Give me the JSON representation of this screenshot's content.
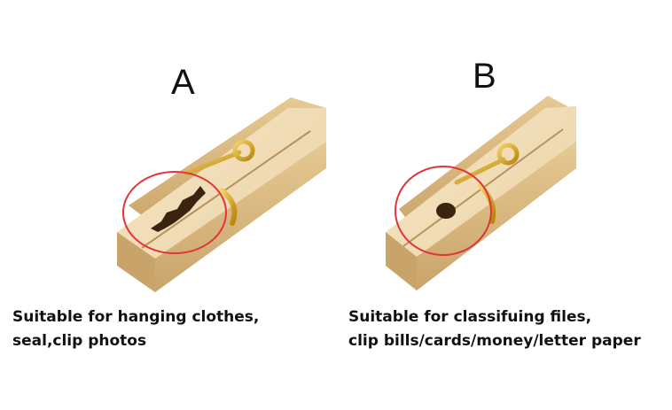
{
  "panels": [
    {
      "letter": "A",
      "caption_lines": [
        "Suitable for hanging clothes,",
        "seal,clip photos"
      ],
      "hole_shape": "notched-diamond"
    },
    {
      "letter": "B",
      "caption_lines": [
        "Suitable for classifuing files,",
        "clip bills/cards/money/letter paper"
      ],
      "hole_shape": "round"
    }
  ],
  "colors": {
    "wood_light": "#f3dfb8",
    "wood_mid": "#e2c48f",
    "wood_dark": "#c9a46a",
    "spring_gold": "#d9a520",
    "highlight_circle": "#e0343a",
    "text": "#111111"
  }
}
